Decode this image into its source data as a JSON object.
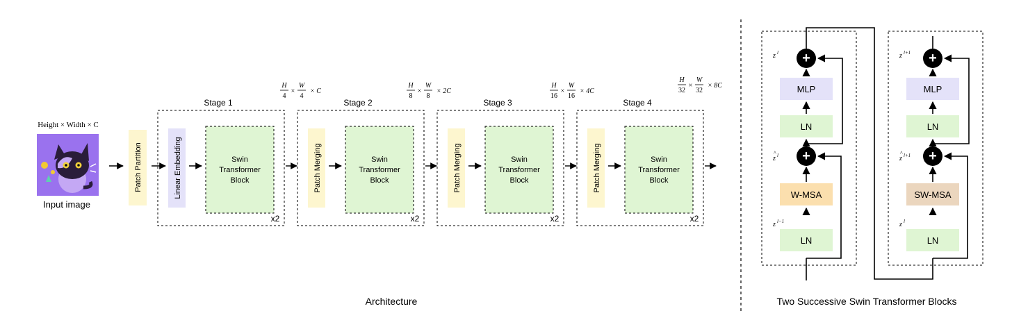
{
  "colors": {
    "yellow": "#fdf6cf",
    "lavender": "#e4e2f9",
    "green": "#dff5d3",
    "orange": "#fbdfae",
    "tan": "#ebd6be",
    "cat_bg": "#9a72ee",
    "black": "#000000"
  },
  "input": {
    "dim_label": "Height × Width × C",
    "caption": "Input image"
  },
  "architecture": {
    "caption": "Architecture",
    "patch_partition": "Patch Partition",
    "linear_embedding": "Linear Embedding",
    "patch_merging": "Patch Merging",
    "block_line1": "Swin",
    "block_line2": "Transformer",
    "block_line3": "Block",
    "repeat": "x2",
    "stages": [
      "Stage 1",
      "Stage 2",
      "Stage 3",
      "Stage 4"
    ],
    "dims": [
      {
        "h": "H",
        "hd": "4",
        "w": "W",
        "wd": "4",
        "c": "C"
      },
      {
        "h": "H",
        "hd": "8",
        "w": "W",
        "wd": "8",
        "c": "2C"
      },
      {
        "h": "H",
        "hd": "16",
        "w": "W",
        "wd": "16",
        "c": "4C"
      },
      {
        "h": "H",
        "hd": "32",
        "w": "W",
        "wd": "32",
        "c": "8C"
      }
    ]
  },
  "swin_blocks": {
    "caption": "Two Successive Swin Transformer Blocks",
    "mlp": "MLP",
    "ln": "LN",
    "wmsa": "W-MSA",
    "swmsa": "SW-MSA",
    "z": "z",
    "sup_l": "l",
    "sup_l1": "l+1",
    "sup_lm1": "l−1",
    "plus": "+"
  }
}
